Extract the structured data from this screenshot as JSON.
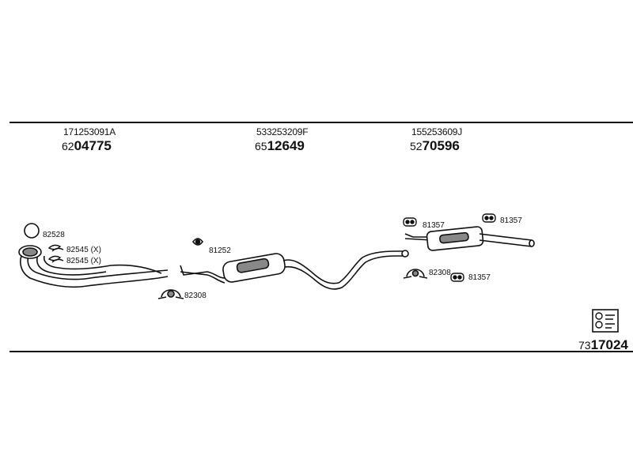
{
  "columns": [
    {
      "oem": "171253091A",
      "article_prefix": "62",
      "article_main": "04775"
    },
    {
      "oem": "533253209F",
      "article_prefix": "65",
      "article_main": "12649"
    },
    {
      "oem": "155253609J",
      "article_prefix": "52",
      "article_main": "70596"
    }
  ],
  "callouts": {
    "ring_82528": "82528",
    "clamp_82545_a": "82545 (X)",
    "clamp_82545_b": "82545 (X)",
    "clamp_82308_left": "82308",
    "hanger_81252": "81252",
    "hanger_81357_a": "81357",
    "hanger_81357_b": "81357",
    "clamp_82308_right": "82308",
    "hanger_81357_c": "81357"
  },
  "kit": {
    "article_prefix": "73",
    "article_main": "17024",
    "icon": "assembly-kit-icon"
  },
  "colors": {
    "line": "#111111",
    "fill": "#888888",
    "background": "#ffffff"
  }
}
